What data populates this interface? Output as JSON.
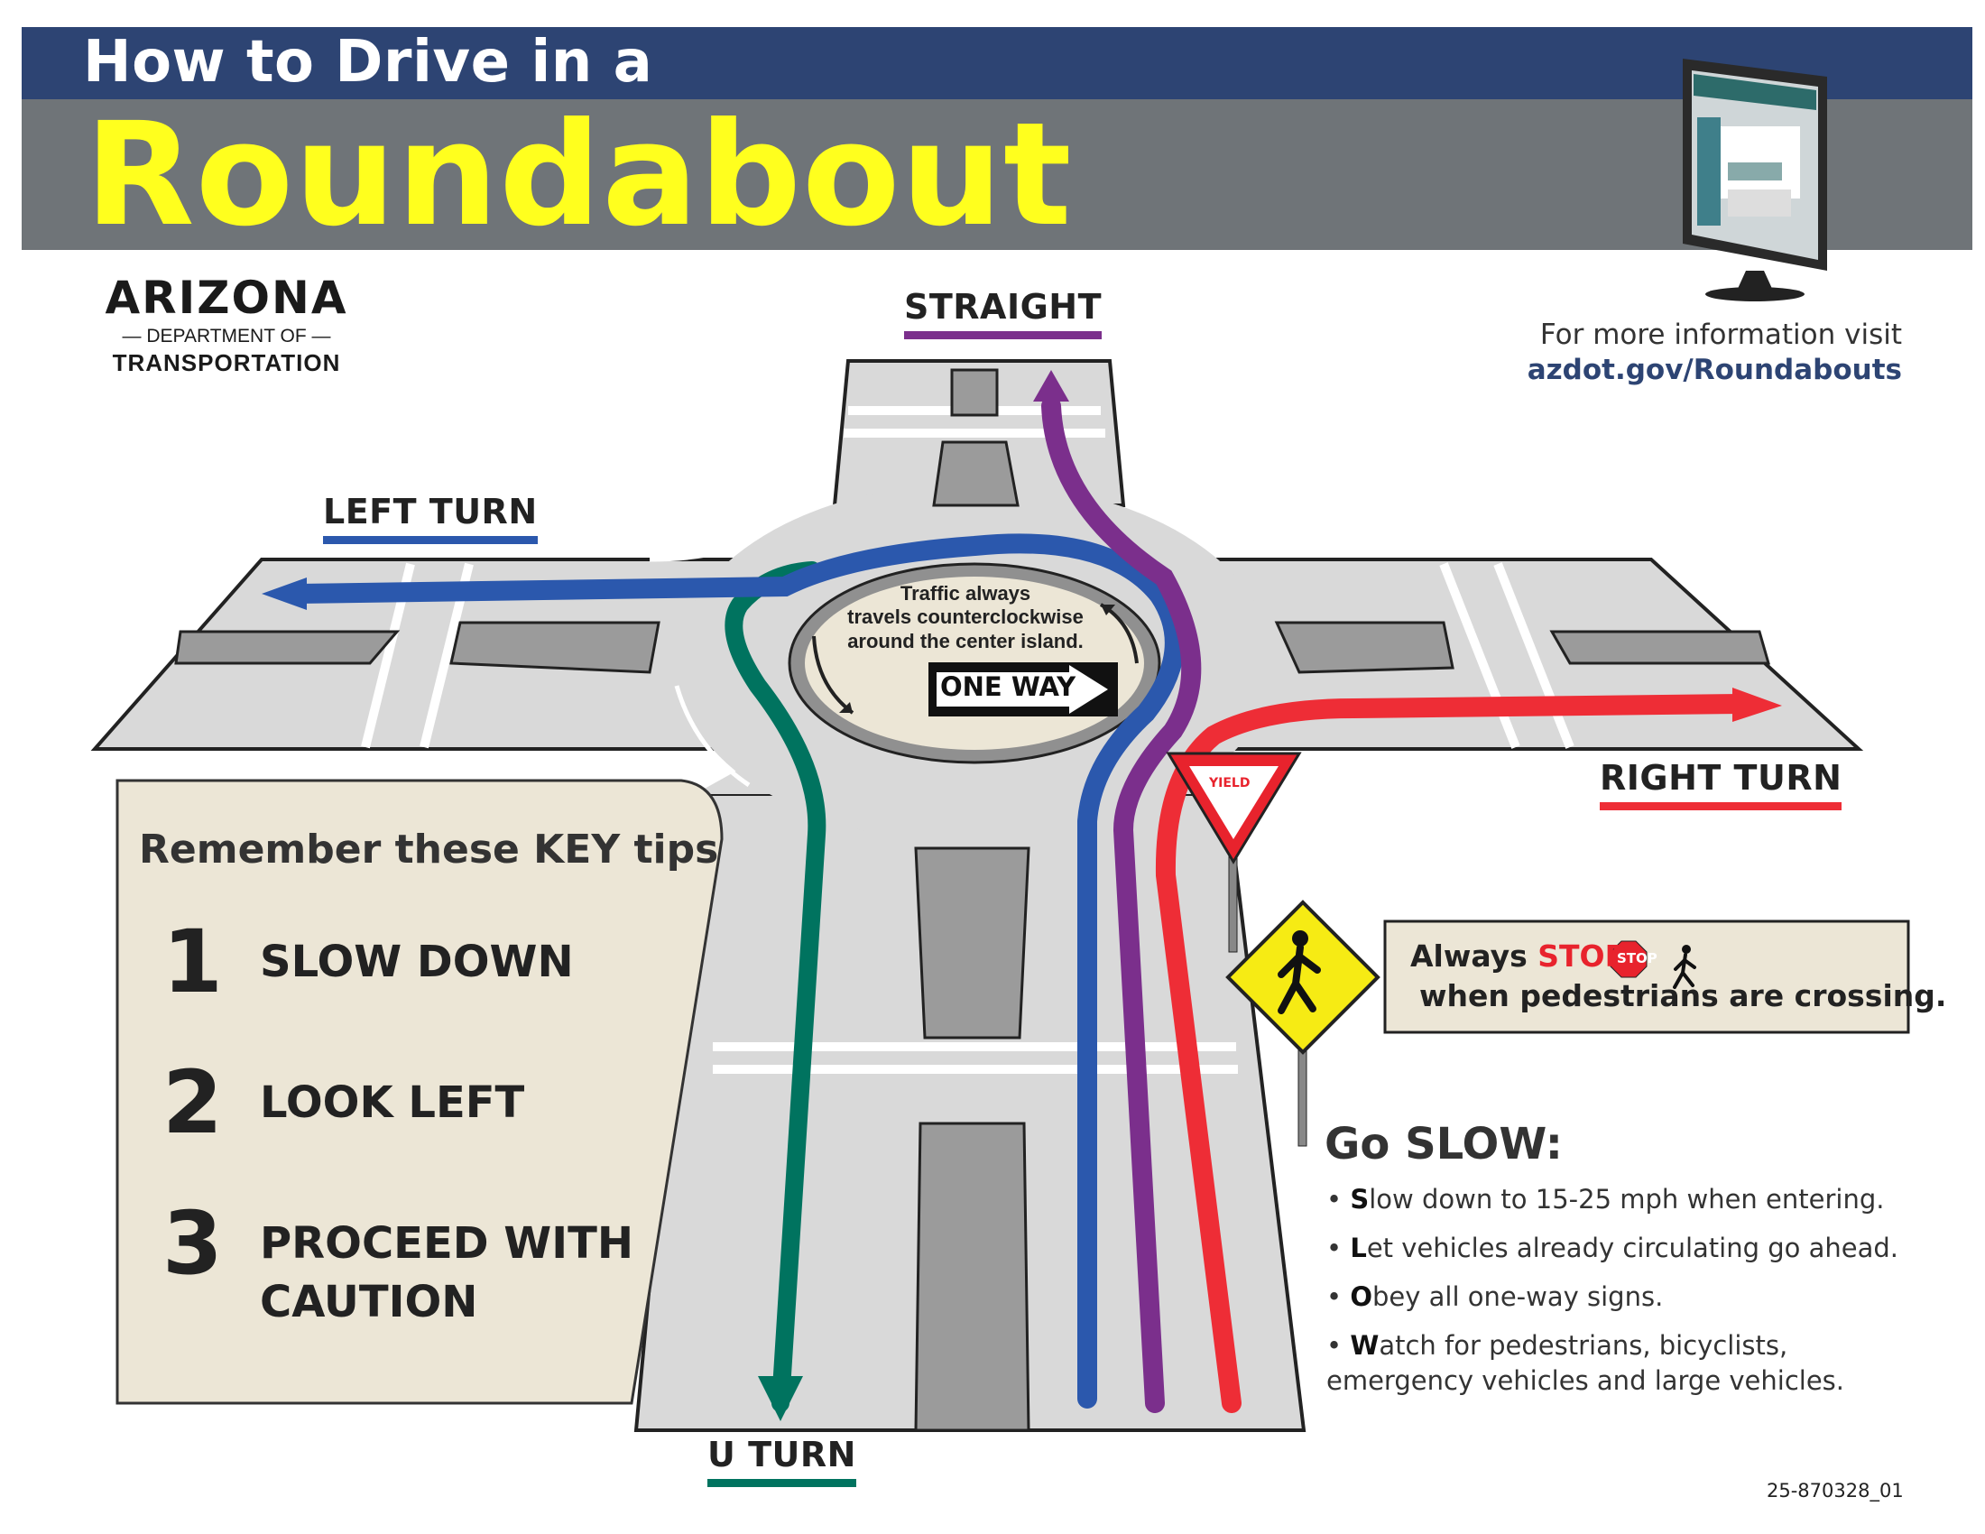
{
  "header": {
    "title_line1": "How to Drive in a",
    "title_line2": "Roundabout"
  },
  "logo": {
    "name": "ARIZONA",
    "department": "— DEPARTMENT OF —",
    "transportation": "TRANSPORTATION"
  },
  "more_info": {
    "label": "For more information visit",
    "link": "azdot.gov/Roundabouts"
  },
  "routes": {
    "straight": {
      "label": "STRAIGHT",
      "color": "#7b2f8c"
    },
    "left_turn": {
      "label": "LEFT TURN",
      "color": "#2b58ad"
    },
    "right_turn": {
      "label": "RIGHT TURN",
      "color": "#ee2d36"
    },
    "u_turn": {
      "label": "U TURN",
      "color": "#00735f"
    }
  },
  "center_island": {
    "text_line1": "Traffic always",
    "text_line2": "travels counterclockwise",
    "text_line3": "around the center island.",
    "one_way_sign": "ONE WAY"
  },
  "yield_sign": "YIELD",
  "key_tips": {
    "title": "Remember these KEY tips",
    "items": [
      {
        "number": "1",
        "text": "SLOW DOWN"
      },
      {
        "number": "2",
        "text": "LOOK LEFT"
      },
      {
        "number": "3",
        "text": "PROCEED WITH CAUTION"
      }
    ]
  },
  "pedestrian_notice": {
    "always": "Always",
    "stop": "STOP",
    "stop_sign": "STOP",
    "line2": "when pedestrians are crossing."
  },
  "go_slow": {
    "title": "Go SLOW:",
    "bullets": [
      {
        "first": "S",
        "rest": "low down to 15-25 mph when entering."
      },
      {
        "first": "L",
        "rest": "et vehicles already circulating go ahead."
      },
      {
        "first": "O",
        "rest": "bey all one-way signs."
      },
      {
        "first": "W",
        "rest": "atch for pedestrians, bicyclists, emergency vehicles and large vehicles."
      }
    ]
  },
  "doc_number": "25-870328_01",
  "icons": [
    "computer-monitor-icon",
    "yield-sign-icon",
    "pedestrian-crossing-sign-icon",
    "stop-sign-icon",
    "pedestrian-icon",
    "counterclockwise-arrow-icon"
  ]
}
